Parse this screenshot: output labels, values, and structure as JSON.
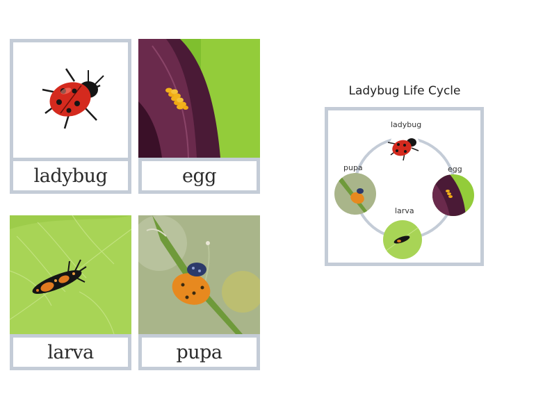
{
  "cards": [
    {
      "id": "ladybug",
      "label": "ladybug",
      "image": "ladybug-photo"
    },
    {
      "id": "egg",
      "label": "egg",
      "image": "egg-cluster-photo"
    },
    {
      "id": "larva",
      "label": "larva",
      "image": "larva-on-leaf-photo"
    },
    {
      "id": "pupa",
      "label": "pupa",
      "image": "pupa-on-stem-photo"
    }
  ],
  "diagram": {
    "title": "Ladybug Life Cycle",
    "stages": [
      "ladybug",
      "egg",
      "larva",
      "pupa"
    ],
    "ring_color": "#c4ccd7"
  },
  "colors": {
    "card_border": "#c4ccd7",
    "ladybug_red": "#d42a1e",
    "egg_yellow": "#f2b21c",
    "leaf_green": "#8fc43c",
    "petal_purple": "#5a2240"
  }
}
